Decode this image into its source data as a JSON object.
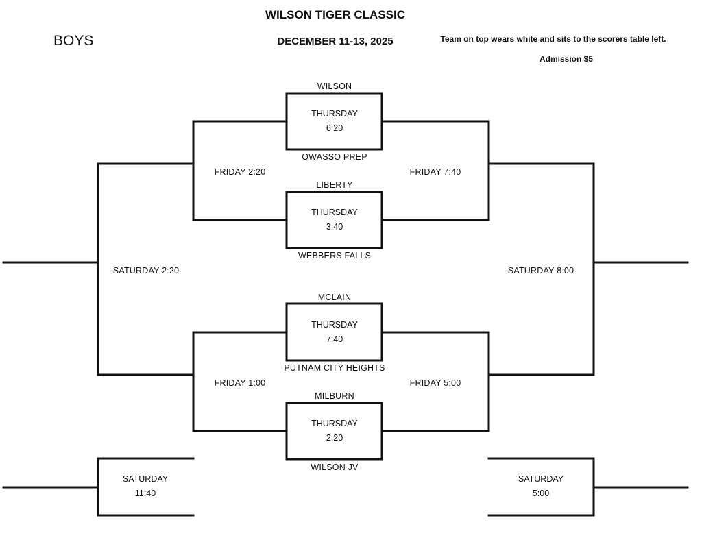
{
  "header": {
    "title": "WILSON TIGER CLASSIC",
    "division": "BOYS",
    "dates": "DECEMBER 11-13, 2025",
    "note": "Team on top wears white and sits to the scorers table left.",
    "admission": "Admission $5"
  },
  "games": {
    "g1": {
      "top_team": "WILSON",
      "bottom_team": "OWASSO PREP",
      "day": "THURSDAY",
      "time": "6:20"
    },
    "g2": {
      "top_team": "LIBERTY",
      "bottom_team": "WEBBERS FALLS",
      "day": "THURSDAY",
      "time": "3:40"
    },
    "g3": {
      "top_team": "MCLAIN",
      "bottom_team": "PUTNAM CITY HEIGHTS",
      "day": "THURSDAY",
      "time": "7:40"
    },
    "g4": {
      "top_team": "MILBURN",
      "bottom_team": "WILSON JV",
      "day": "THURSDAY",
      "time": "2:20"
    }
  },
  "rounds": {
    "left_semi_top": "FRIDAY 2:20",
    "right_semi_top": "FRIDAY 7:40",
    "left_semi_bottom": "FRIDAY 1:00",
    "right_semi_bottom": "FRIDAY 5:00",
    "left_final": "SATURDAY 2:20",
    "right_final": "SATURDAY 8:00",
    "left_extra": {
      "day": "SATURDAY",
      "time": "11:40"
    },
    "right_extra": {
      "day": "SATURDAY",
      "time": "5:00"
    }
  }
}
